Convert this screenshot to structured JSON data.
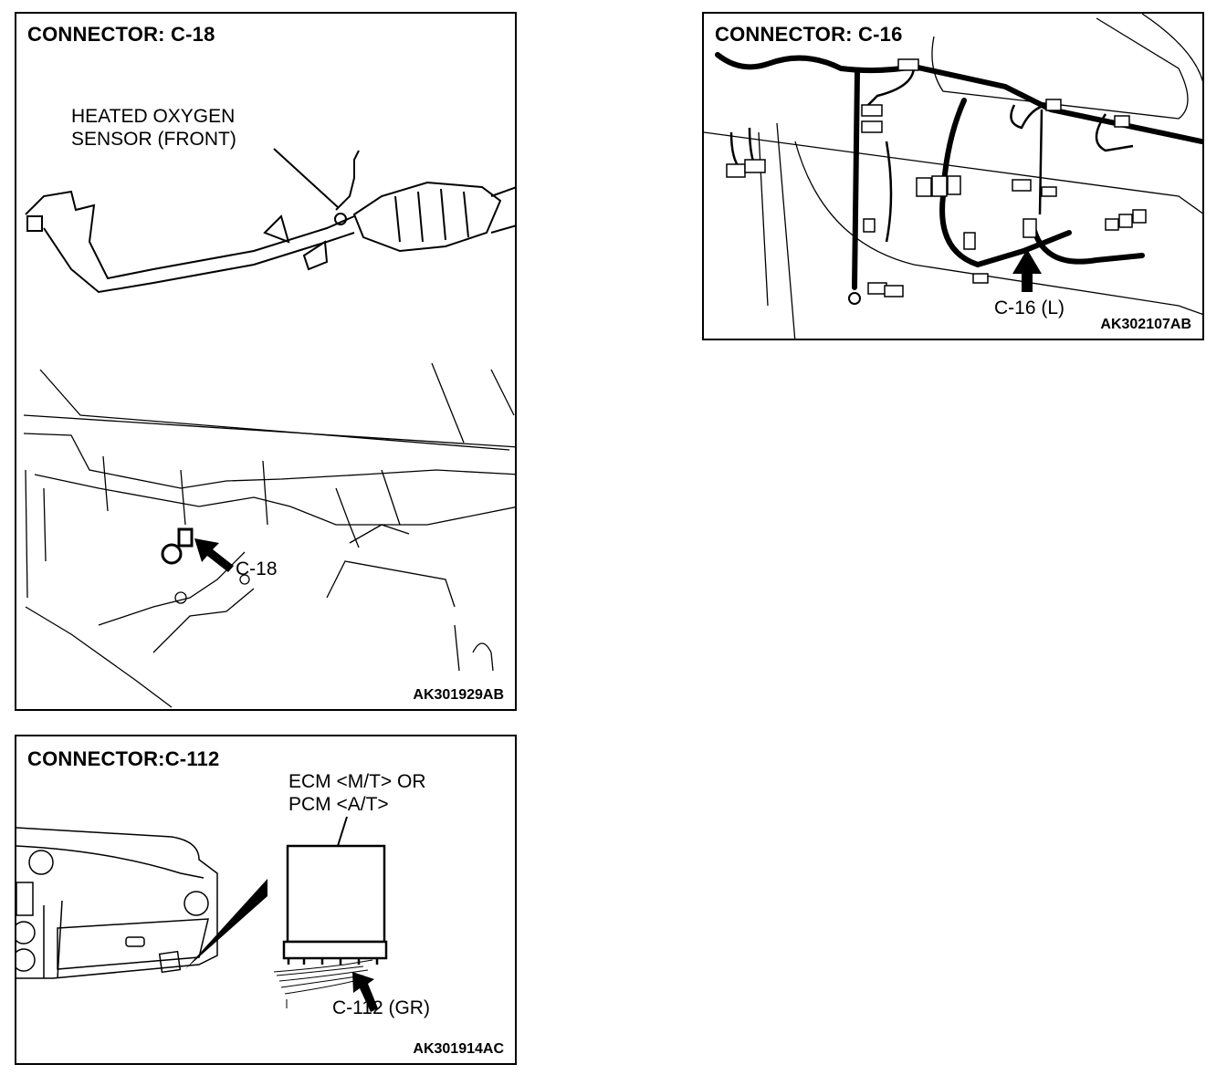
{
  "panels": {
    "c18": {
      "title": "CONNECTOR: C-18",
      "component_label_line1": "HEATED OXYGEN",
      "component_label_line2": "SENSOR (FRONT)",
      "connector_callout": "C-18",
      "figure_code": "AK301929AB"
    },
    "c16": {
      "title": "CONNECTOR: C-16",
      "connector_callout": "C-16 (L)",
      "figure_code": "AK302107AB"
    },
    "c112": {
      "title": "CONNECTOR:C-112",
      "component_label_line1": "ECM <M/T> OR",
      "component_label_line2": "PCM <A/T>",
      "connector_callout": "C-112 (GR)",
      "figure_code": "AK301914AC"
    }
  }
}
